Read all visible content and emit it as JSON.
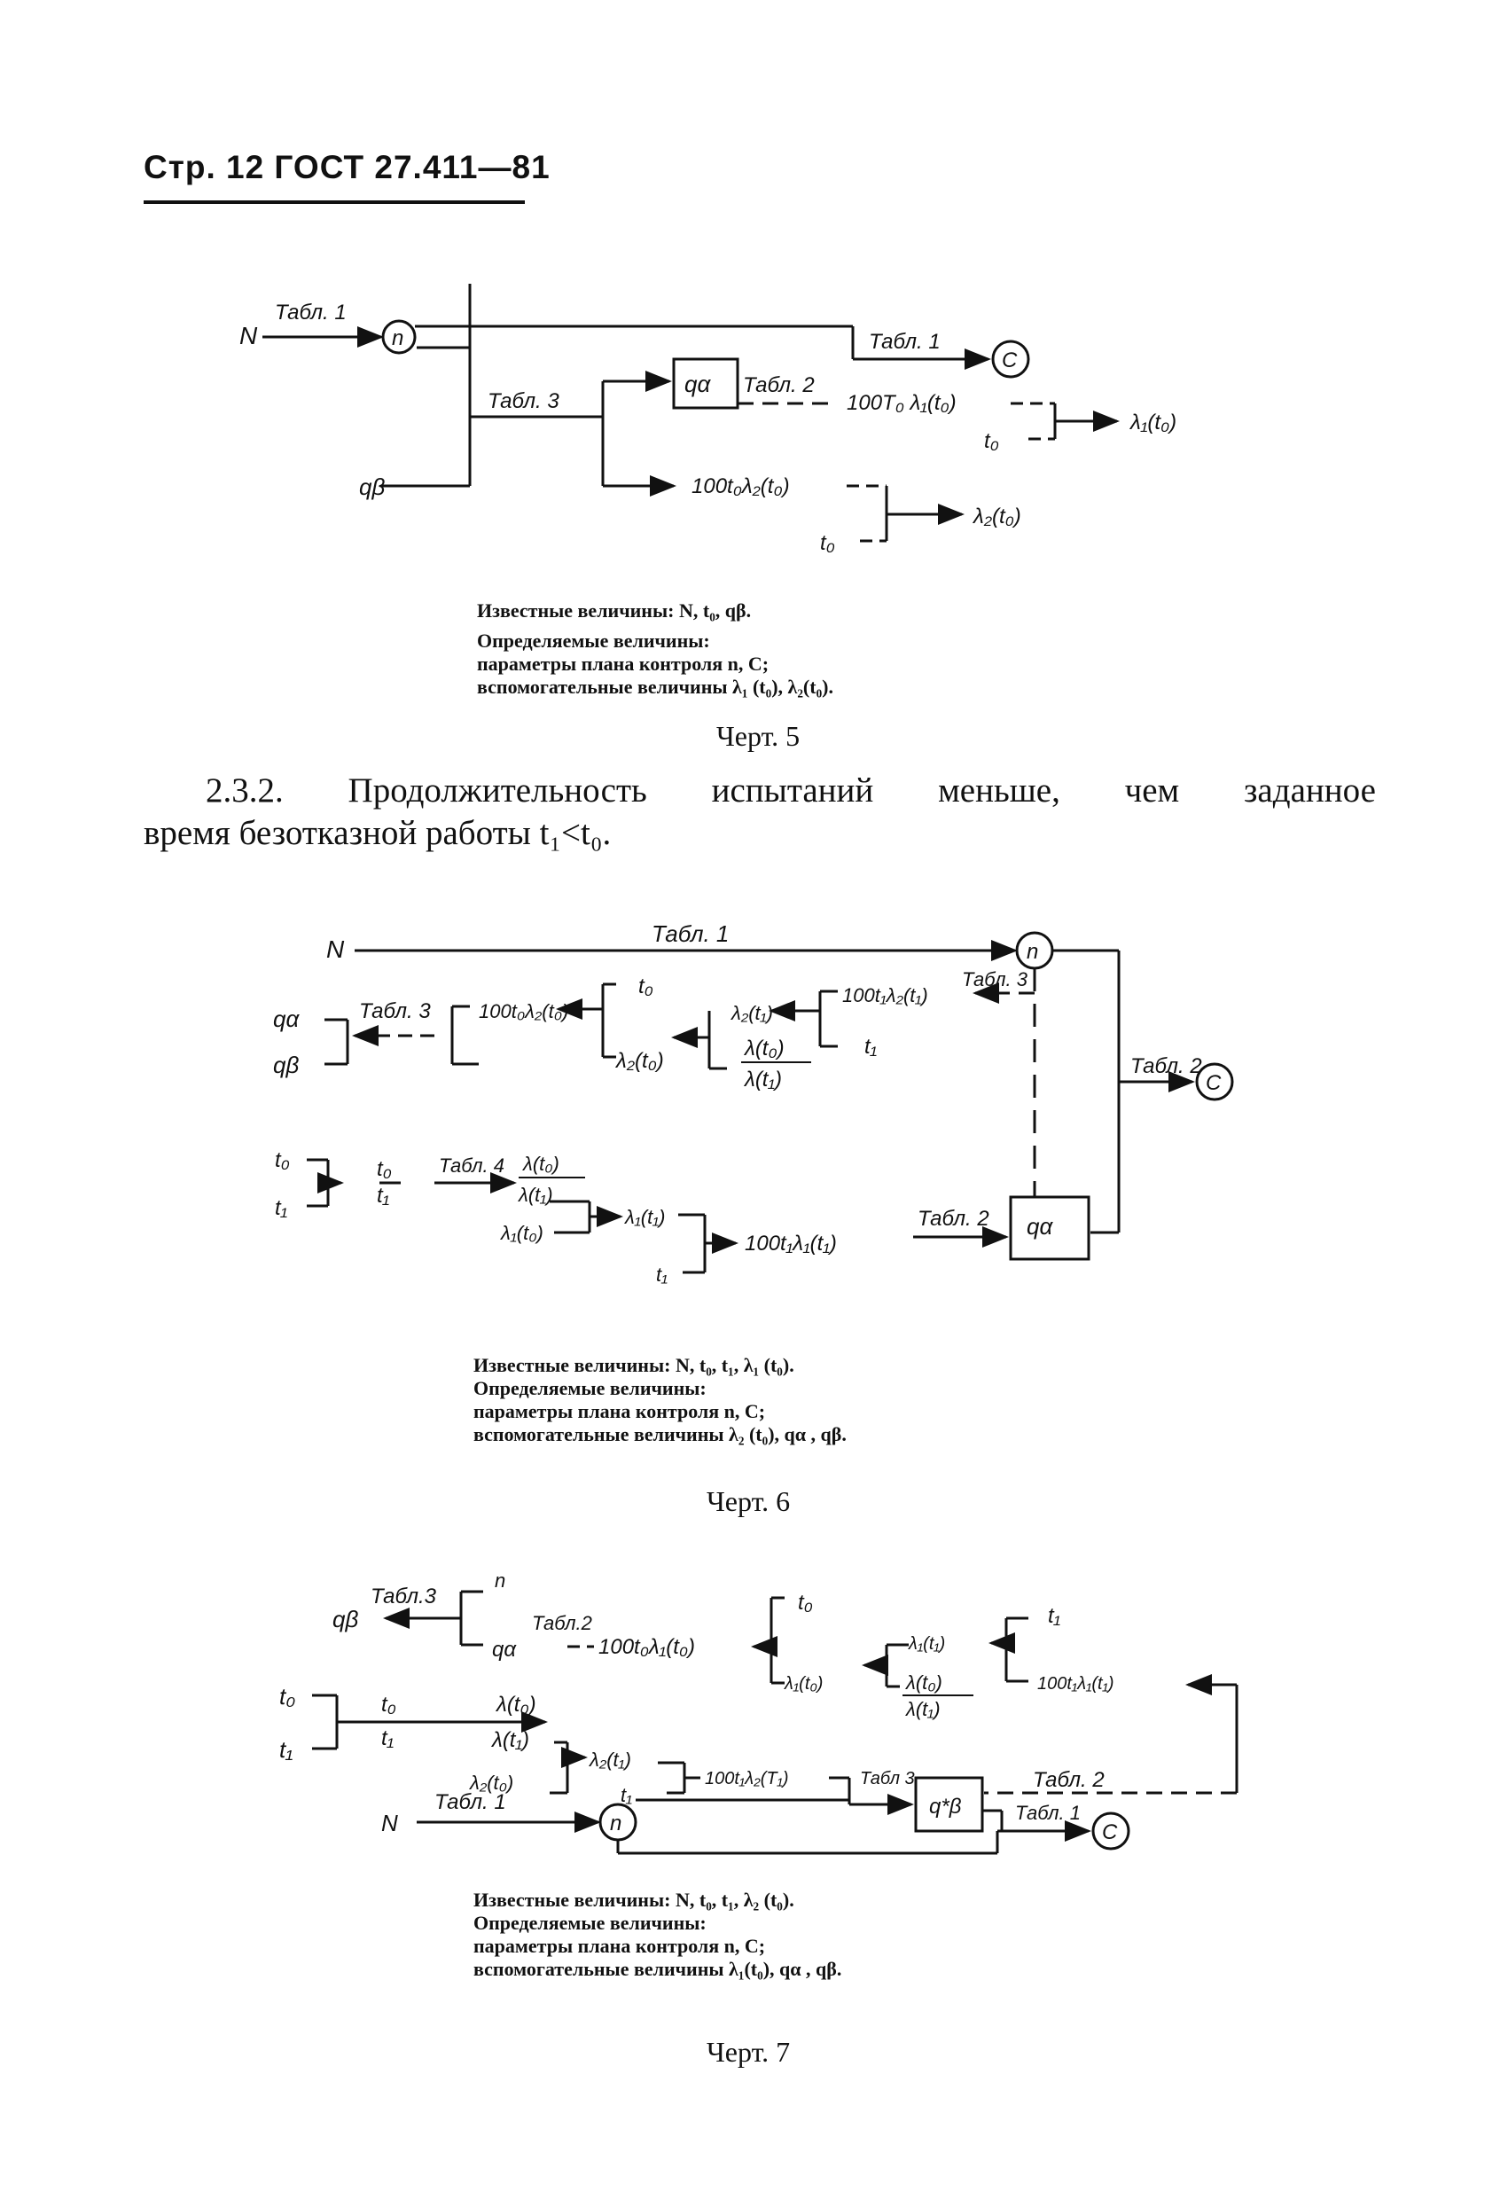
{
  "header": {
    "title": "Стр. 12 ГОСТ 27.411—81"
  },
  "fig5": {
    "labels": {
      "N": "N",
      "tabl1_in": "Табл. 1",
      "n": "n",
      "tabl1_out": "Табл. 1",
      "C": "C",
      "tabl3": "Табл. 3",
      "q_beta": "qβ",
      "q_alpha": "qα",
      "tabl2": "Табл. 2",
      "expr_lambda1": "100T₀ λ₁(t₀)",
      "t0_a": "t₀",
      "res_lambda1": "λ₁(t₀)",
      "expr_lambda2": "100t₀λ₂(t₀)",
      "t0_b": "t₀",
      "res_lambda2": "λ₂(t₀)"
    },
    "known": "Известные величины: N, t₀, qβ.",
    "determined": "Определяемые величины:",
    "params": "параметры плана контроля n, C;",
    "aux": "вспомогательные величины   λ₁ (t₀), λ₂(t₀).",
    "caption": "Черт. 5"
  },
  "paragraph": {
    "words": [
      "2.3.2.",
      "Продолжительность",
      "испытаний",
      "меньше,",
      "чем",
      "заданное"
    ],
    "line2": "время безотказной работы t₁<t₀."
  },
  "fig6": {
    "labels": {
      "N": "N",
      "tabl1": "Табл. 1",
      "n": "n",
      "tabl3_top": "Табл. 3",
      "expr_100t1": "100t₁λ₂(t₁)",
      "t1_a": "t₁",
      "lambda2_t1": "λ₂(t₁)",
      "ratio_num": "λ(t₀)",
      "ratio_den": "λ(t₁)",
      "t0_a": "t₀",
      "lambda2_t0": "λ₂(t₀)",
      "expr_100t0": "100t₀λ₂(t₀)",
      "tabl3_left": "Табл. 3",
      "q_alpha": "qα",
      "q_beta": "qβ",
      "tabl2_right": "Табл. 2",
      "C": "C",
      "t0_b": "t₀",
      "t1_b": "t₁",
      "frac_num": "t₀",
      "frac_den": "t₁",
      "tabl4": "Табл. 4",
      "r_num": "λ(t₀)",
      "r_den": "λ(t₁)",
      "lambda1_t0": "λ₁(t₀)",
      "lambda1_t1": "λ₁(t₁)",
      "t1_c": "t₁",
      "expr_100t1_l1": "100t₁λ₁(t₁)",
      "tabl2_bottom": "Табл. 2",
      "q_alpha_box": "qα"
    },
    "known": "Известные величины: N, t₀, t₁, λ₁ (t₀).",
    "determined": "Определяемые величины:",
    "params": "параметры плана контроля n, C;",
    "aux": "вспомогательные величины   λ₂ (t₀), qα , qβ.",
    "caption": "Черт. 6"
  },
  "fig7": {
    "labels": {
      "tabl3": "Табл.3",
      "n_top": "n",
      "q_beta": "qβ",
      "tabl2_a": "Табл.2",
      "q_alpha": "qα",
      "expr_100t0": "100t₀λ₁(t₀)",
      "t0_top": "t₀",
      "lambda1_t0": "λ₁(t₀)",
      "lambda1_t1": "λ₁(t₁)",
      "r_num": "λ(t₀)",
      "r_den": "λ(t₁)",
      "t1_top": "t₁",
      "expr_100t1_l1": "100t₁λ₁(t₁)",
      "t0_left": "t₀",
      "t1_left": "t₁",
      "t0_frac": "t₀",
      "t1_frac": "t₁",
      "ratio_num": "λ(t₀)",
      "ratio_den": "λ(t₁)",
      "lambda2_t0": "λ₂(t₀)",
      "lambda2_t1": "λ₂(t₁)",
      "t1_mid": "t₁",
      "expr_100t1_l2": "100t₁λ₂(T₁)",
      "tabl3_b": "Табл 3",
      "q_star": "q*β",
      "tabl2_b": "Табл. 2",
      "N": "N",
      "tabl1_a": "Табл. 1",
      "n_circle": "n",
      "tabl1_b": "Табл. 1",
      "C": "C"
    },
    "known": "Известные величины: N, t₀, t₁, λ₂ (t₀).",
    "determined": "Определяемые величины:",
    "params": "параметры плана контроля n, C;",
    "aux": "вспомогательные величины   λ₁(t₀), qα , qβ.",
    "caption": "Черт. 7"
  }
}
